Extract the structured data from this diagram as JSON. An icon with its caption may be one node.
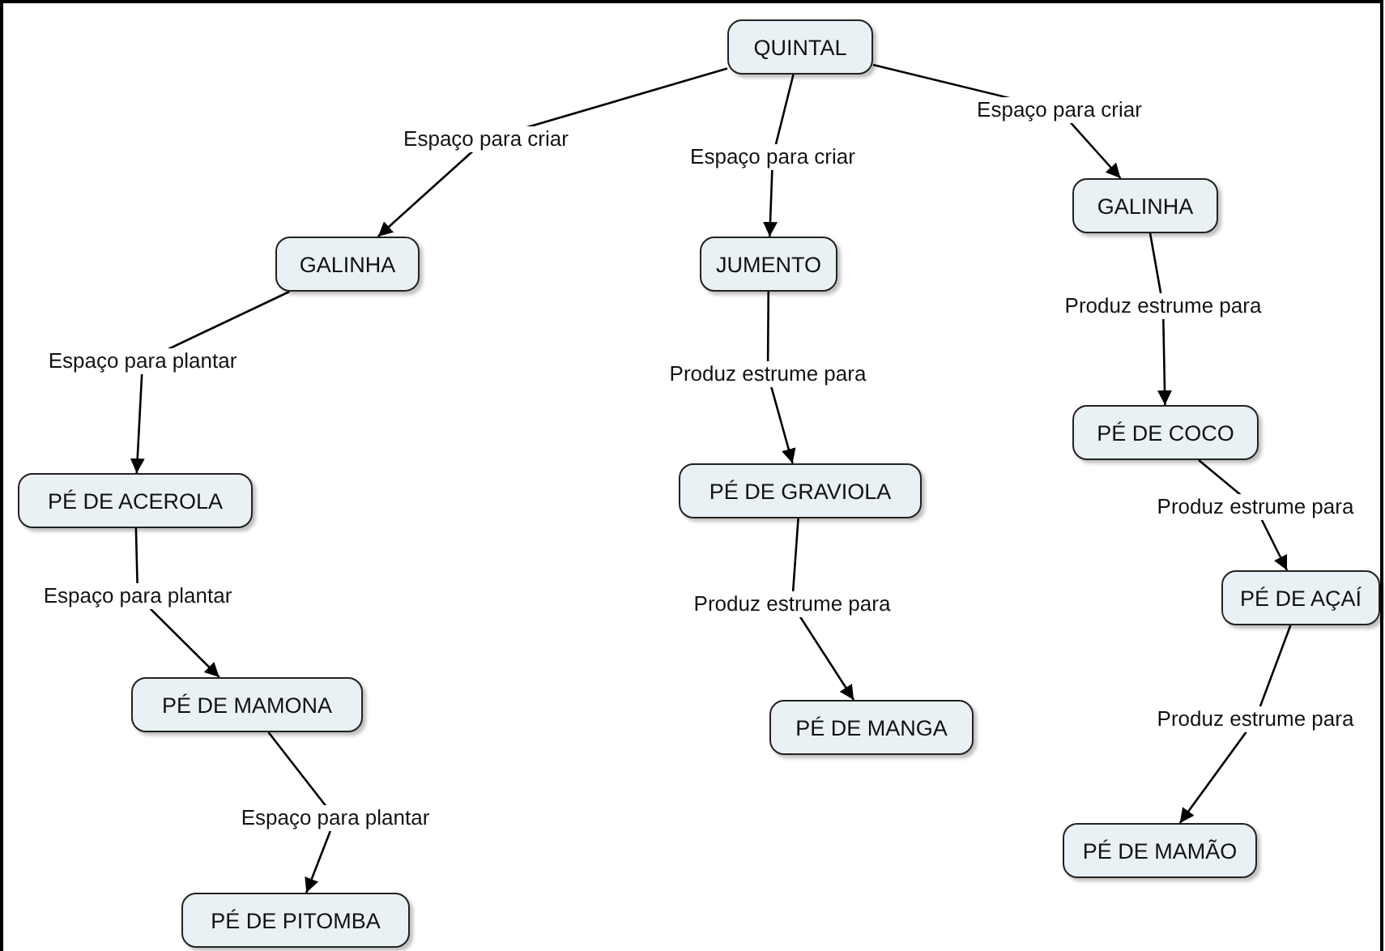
{
  "diagram": {
    "nodes": [
      {
        "text": [
          "QUINTAL"
        ]
      },
      {
        "text": [
          "GALINHA"
        ]
      },
      {
        "text": [
          "JUMENTO"
        ]
      },
      {
        "text": [
          "GALINHA"
        ]
      },
      {
        "text": [
          "PÉ DE ACEROLA"
        ]
      },
      {
        "text": [
          "PÉ DE GRAVIOLA"
        ]
      },
      {
        "text": [
          "PÉ DE COCO"
        ]
      },
      {
        "text": [
          "PÉ DE MAMONA"
        ]
      },
      {
        "text": [
          "PÉ DE MANGA"
        ]
      },
      {
        "text": [
          "PÉ DE AÇAÍ"
        ]
      },
      {
        "text": [
          "PÉ DE PITOMBA"
        ]
      },
      {
        "text": [
          "PÉ DE MAMÃO"
        ]
      }
    ],
    "edges": [
      {
        "from": 0,
        "to": 1,
        "arrow": "to",
        "label": "Espaço para criar"
      },
      {
        "from": 0,
        "to": 2,
        "arrow": "to",
        "label": "Espaço para criar"
      },
      {
        "from": 0,
        "to": 3,
        "arrow": "to",
        "label": "Espaço para criar"
      },
      {
        "from": 1,
        "to": 4,
        "arrow": "to",
        "label": "Espaço para plantar"
      },
      {
        "from": 2,
        "to": 5,
        "arrow": "to",
        "label": "Produz estrume para"
      },
      {
        "from": 3,
        "to": 6,
        "arrow": "to",
        "label": "Produz estrume para"
      },
      {
        "from": 4,
        "to": 7,
        "arrow": "to",
        "label": "Espaço para plantar"
      },
      {
        "from": 5,
        "to": 8,
        "arrow": "to",
        "label": "Produz estrume para"
      },
      {
        "from": 6,
        "to": 9,
        "arrow": "to",
        "label": "Produz estrume para"
      },
      {
        "from": 7,
        "to": 10,
        "arrow": "to",
        "label": "Espaço para plantar"
      },
      {
        "from": 9,
        "to": 11,
        "arrow": "to",
        "label": "Produz estrume para"
      }
    ]
  }
}
